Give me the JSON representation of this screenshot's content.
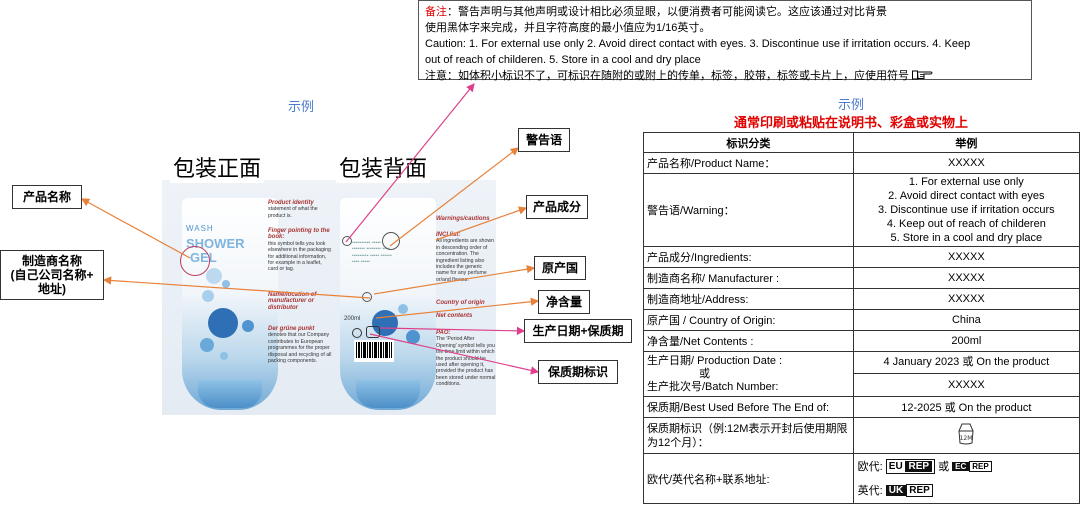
{
  "note": {
    "label": "备注",
    "line1": "：警告声明与其他声明或设计相比必须显眼，以便消费者可能阅读它。这应该通过对比背景",
    "line2": "使用黑体字来完成，并且字符高度的最小值应为1/16英寸。",
    "line3": "Caution: 1. For external use only 2. Avoid direct contact with eyes. 3. Discontinue use if irritation occurs. 4. Keep",
    "line4": "out of reach of childeren. 5. Store in a cool and dry place",
    "line5": "注意：如体积小标识不了，可标识在随附的或附上的传单，标签，胶带，标签或卡片上，应使用符号"
  },
  "left": {
    "sample_label": "示例",
    "front_label": "包装正面",
    "back_label": "包装背面",
    "callouts": {
      "product_name": "产品名称",
      "manufacturer": "制造商名称\n(自己公司名称+\n地址)",
      "warning": "警告语",
      "ingredients": "产品成分",
      "origin": "原产国",
      "net": "净含量",
      "production_date": "生产日期+保质期",
      "shelf_mark": "保质期标识"
    },
    "photo": {
      "brand_top": "WASH",
      "brand_name": "SHOWER",
      "brand_name2": "GEL",
      "front_notes": [
        {
          "head": "Product identity",
          "body": "statement of what the product is."
        },
        {
          "head": "Finger pointing to the book:",
          "body": "this symbol tells you look elsewhere in the packaging for additional information, for example in a leaflet, card or tag."
        },
        {
          "head": "Name/location of manufacturer or distributor",
          "body": ""
        },
        {
          "head": "Der grüne punkt",
          "body": "denotes that our Company contributes to European programmes for the proper disposal and recycling of all packing components."
        }
      ],
      "back_notes": [
        {
          "head": "Warnings/cautions",
          "body": ""
        },
        {
          "head": "INCI list:",
          "body": "All ingredients are shown in descending order of concentration. The ingredient listing also includes the generic name for any perfume or/and flavour."
        },
        {
          "head": "Country of origin",
          "body": ""
        },
        {
          "head": "Net contents",
          "body": ""
        },
        {
          "head": "PAO:",
          "body": "The 'Period After Opening' symbol tells you the time limit within which the product should be used after opening it, provided the product has been stored under normal conditions."
        }
      ],
      "net_small": "200ml"
    }
  },
  "right": {
    "sample_label": "示例",
    "heading": "通常印刷或粘贴在说明书、彩盒或实物上",
    "headers": [
      "标识分类",
      "举例"
    ],
    "rows": {
      "product_name": {
        "label": "产品名称/Product Name：",
        "value": "XXXXX"
      },
      "warning": {
        "label": "警告语/Warning：",
        "lines": [
          "1. For external use only",
          "2. Avoid direct contact with eyes",
          "3. Discontinue use if irritation occurs",
          "4. Keep out of reach of childeren",
          "5. Store in a cool and dry place"
        ]
      },
      "ingredients": {
        "label": "产品成分/Ingredients:",
        "value": "XXXXX"
      },
      "manufacturer": {
        "label": "制造商名称/ Manufacturer :",
        "value": "XXXXX"
      },
      "address": {
        "label": "制造商地址/Address:",
        "value": "XXXXX"
      },
      "origin": {
        "label": "原产国 / Country of Origin:",
        "value": "China"
      },
      "net": {
        "label": "净含量/Net Contents :",
        "value": "200ml"
      },
      "production": {
        "label1": "生产日期/ Production Date :",
        "or": "或",
        "label2": "生产批次号/Batch Number:",
        "value1": "4 January 2023 或 On the product",
        "value2": "XXXXX"
      },
      "best_before": {
        "label": "保质期/Best Used Before The End of:",
        "value": "12-2025 或 On the product"
      },
      "pao": {
        "label": "保质期标识（例:12M表示开封后使用期限为12个月）：",
        "symbol_text": "12M"
      },
      "rep": {
        "label": "欧代/英代名称+联系地址:",
        "eu_prefix": "欧代:",
        "eu1": "EU",
        "eu2": "REP",
        "or": "或",
        "ec1": "EC",
        "ec2": "REP",
        "uk_prefix": "英代:",
        "uk1": "UK",
        "uk2": "REP"
      }
    }
  },
  "colors": {
    "accent_blue": "#4a7bd0",
    "heading_red": "#e00000",
    "arrow_orange": "#e8823a",
    "arrow_pink": "#e0408a"
  }
}
